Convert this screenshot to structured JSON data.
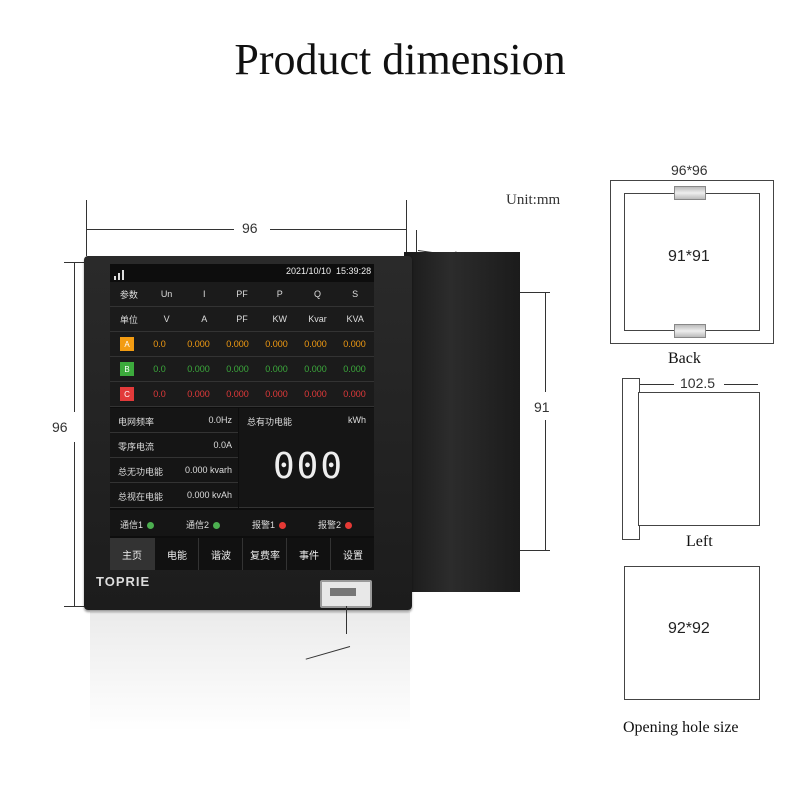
{
  "title": "Product dimension",
  "unit": "Unit:mm",
  "dims": {
    "front_width": "96",
    "front_height": "96",
    "depth": "102.5",
    "side_height": "91"
  },
  "screen": {
    "datetime": "2021/10/10  15:39:28",
    "header_row": [
      "参数",
      "Un",
      "I",
      "PF",
      "P",
      "Q",
      "S"
    ],
    "unit_row": [
      "单位",
      "V",
      "A",
      "PF",
      "KW",
      "Kvar",
      "KVA"
    ],
    "phases": [
      {
        "name": "A",
        "color": "#f39c12",
        "values": [
          "0.0",
          "0.000",
          "0.000",
          "0.000",
          "0.000",
          "0.000"
        ]
      },
      {
        "name": "B",
        "color": "#3caa3c",
        "values": [
          "0.0",
          "0.000",
          "0.000",
          "0.000",
          "0.000",
          "0.000"
        ]
      },
      {
        "name": "C",
        "color": "#e23a3a",
        "values": [
          "0.0",
          "0.000",
          "0.000",
          "0.000",
          "0.000",
          "0.000"
        ]
      }
    ],
    "freq_label": "电网频率",
    "freq_value": "0.0Hz",
    "zero_label": "零序电流",
    "zero_value": "0.0A",
    "reactive_label": "总无功电能",
    "reactive_value": "0.000 kvarh",
    "apparent_label": "总视在电能",
    "apparent_value": "0.000 kvAh",
    "active_label": "总有功电能",
    "active_unit": "kWh",
    "big_number": "000",
    "status": [
      {
        "label": "通信1",
        "color": "#4caf50"
      },
      {
        "label": "通信2",
        "color": "#4caf50"
      },
      {
        "label": "报警1",
        "color": "#e53935"
      },
      {
        "label": "报警2",
        "color": "#e53935"
      }
    ],
    "tabs": [
      "主页",
      "电能",
      "谐波",
      "复费率",
      "事件",
      "设置"
    ]
  },
  "brand": "TOPRIE",
  "back": {
    "top_label": "96*96",
    "inner_label": "91*91",
    "caption": "Back"
  },
  "left": {
    "depth_label": "102.5",
    "caption": "Left"
  },
  "hole": {
    "inner_label": "92*92",
    "caption": "Opening hole size"
  }
}
